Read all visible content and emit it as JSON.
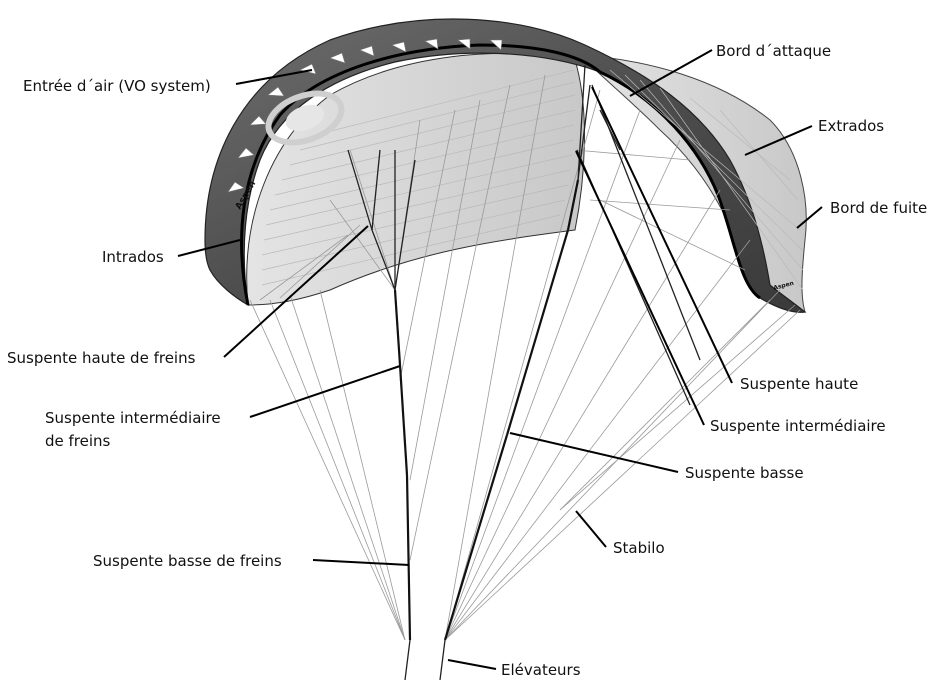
{
  "labels": {
    "air_intake": "Entrée d´air (VO system)",
    "leading_edge": "Bord d´attaque",
    "upper_surface": "Extrados",
    "trailing_edge": "Bord de fuite",
    "lower_surface": "Intrados",
    "upper_brake_line": "Suspente haute de freins",
    "upper_line": "Suspente haute",
    "middle_brake_line_1": "Suspente intermédiaire",
    "middle_brake_line_2": "de freins",
    "middle_line": "Suspente intermédiaire",
    "lower_line": "Suspente basse",
    "stabilo": "Stabilo",
    "lower_brake_line": "Suspente basse de freins",
    "risers": "Elévateurs"
  },
  "brand_marks": {
    "left": "Aspen",
    "right": "Aspen"
  },
  "colors": {
    "canopy_dark": "#5a5a5a",
    "canopy_light": "#d7d7d7",
    "lines": "#111111"
  }
}
